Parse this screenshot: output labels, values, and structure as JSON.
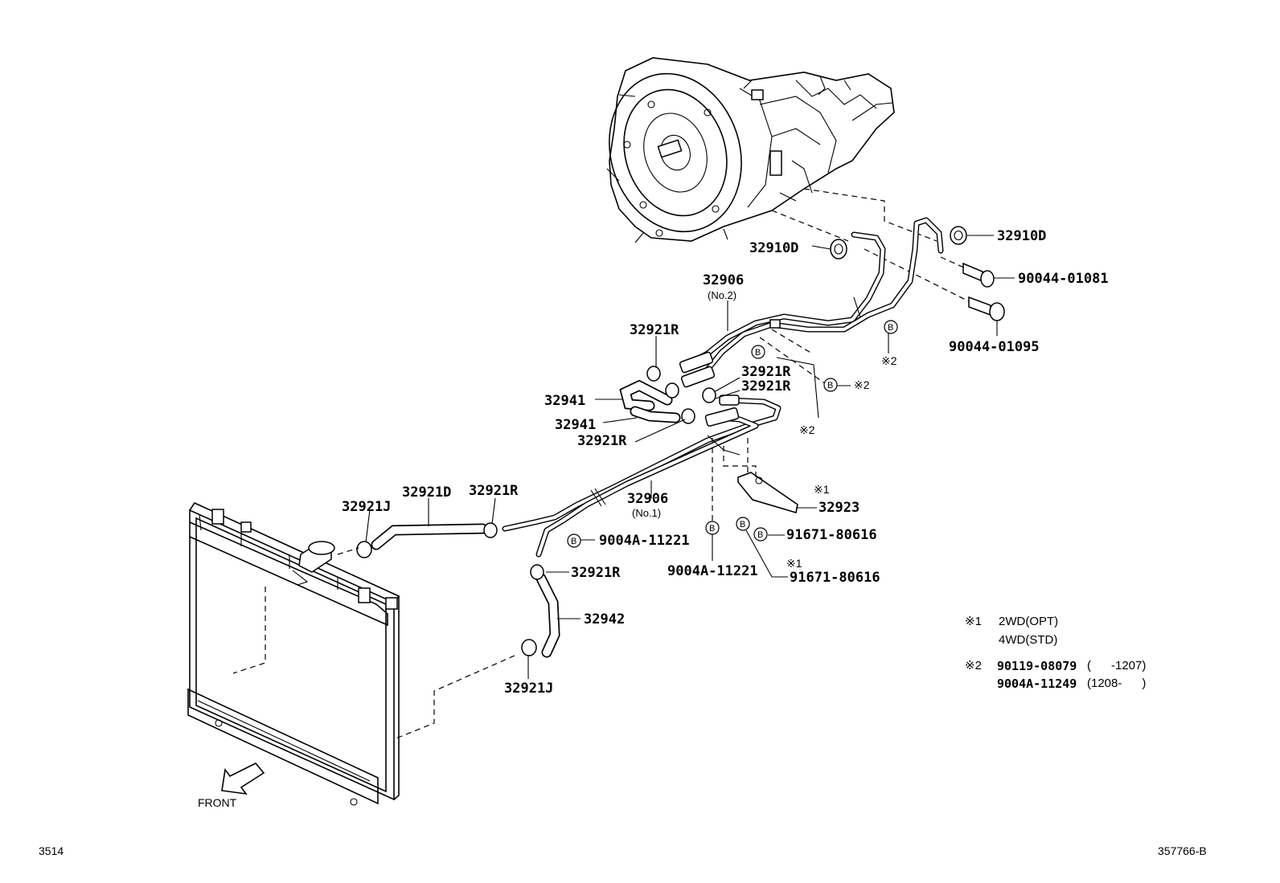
{
  "labels": {
    "p32910d_left": "32910D",
    "p32910d_right": "32910D",
    "p90044_01081": "90044-01081",
    "p90044_01095": "90044-01095",
    "p32906_no2": "32906",
    "p32906_no2_sub": "(No.2)",
    "p32921r_1": "32921R",
    "p32921r_2": "32921R",
    "p32921r_3": "32921R",
    "p32921r_4": "32921R",
    "p32921r_5": "32921R",
    "p32921r_6": "32921R",
    "p32941_1": "32941",
    "p32941_2": "32941",
    "p32906_no1": "32906",
    "p32906_no1_sub": "(No.1)",
    "p32921d": "32921D",
    "p32921j_1": "32921J",
    "p32921j_2": "32921J",
    "p9004a_11221_1": "9004A-11221",
    "p9004a_11221_2": "9004A-11221",
    "p32923": "32923",
    "p91671_80616_1": "91671-80616",
    "p91671_80616_2": "91671-80616",
    "p32942": "32942",
    "mark_b": "B",
    "mark_ref1": "※1",
    "mark_ref2": "※2",
    "front": "FRONT",
    "page_left": "3514",
    "page_right": "357766-B"
  },
  "notes": {
    "n1_mark": "※1",
    "n1_line1": "2WD(OPT)",
    "n1_line2": "4WD(STD)",
    "n2_mark": "※2",
    "n2_line1_part": "90119-08079",
    "n2_line1_range": "(      -1207)",
    "n2_line2_part": "9004A-11249",
    "n2_line2_range": "(1208-      )"
  },
  "icons": {
    "front_arrow": "front-arrow-icon",
    "b_mark": "circled-b-icon"
  }
}
